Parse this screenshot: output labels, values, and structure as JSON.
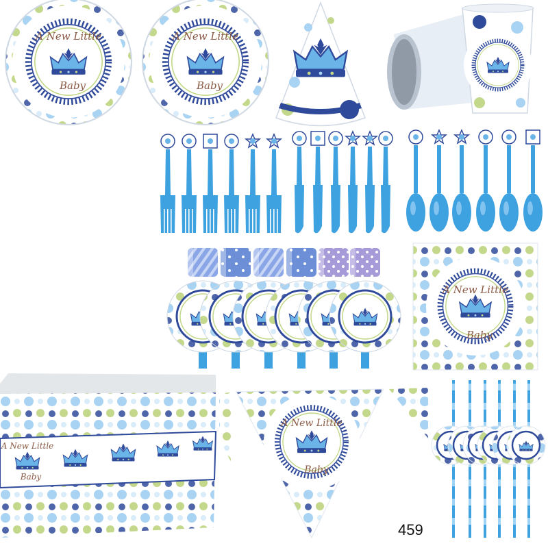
{
  "motif": {
    "line1": "A New Little",
    "line2": "Baby"
  },
  "product_code": "459",
  "colors": {
    "navy": "#2f4a9a",
    "blue": "#3ea2e0",
    "light_blue": "#a9d3f2",
    "pale_blue": "#d9ecfa",
    "lime": "#c3d88a",
    "purple": "#8b86c9",
    "lavender": "#b6a8e0",
    "brown_text": "#8a5a44",
    "crown_blue": "#6ab4e8"
  },
  "items": [
    {
      "name": "Plate"
    },
    {
      "name": "Plate"
    },
    {
      "name": "Party hat"
    },
    {
      "name": "Cups"
    },
    {
      "name": "Forks",
      "count": 6
    },
    {
      "name": "Knives",
      "count": 6
    },
    {
      "name": "Spoons",
      "count": 6
    },
    {
      "name": "Blowouts",
      "count": 6
    },
    {
      "name": "Napkin"
    },
    {
      "name": "Tablecloth"
    },
    {
      "name": "Banner"
    },
    {
      "name": "Straws",
      "count": 6
    }
  ]
}
